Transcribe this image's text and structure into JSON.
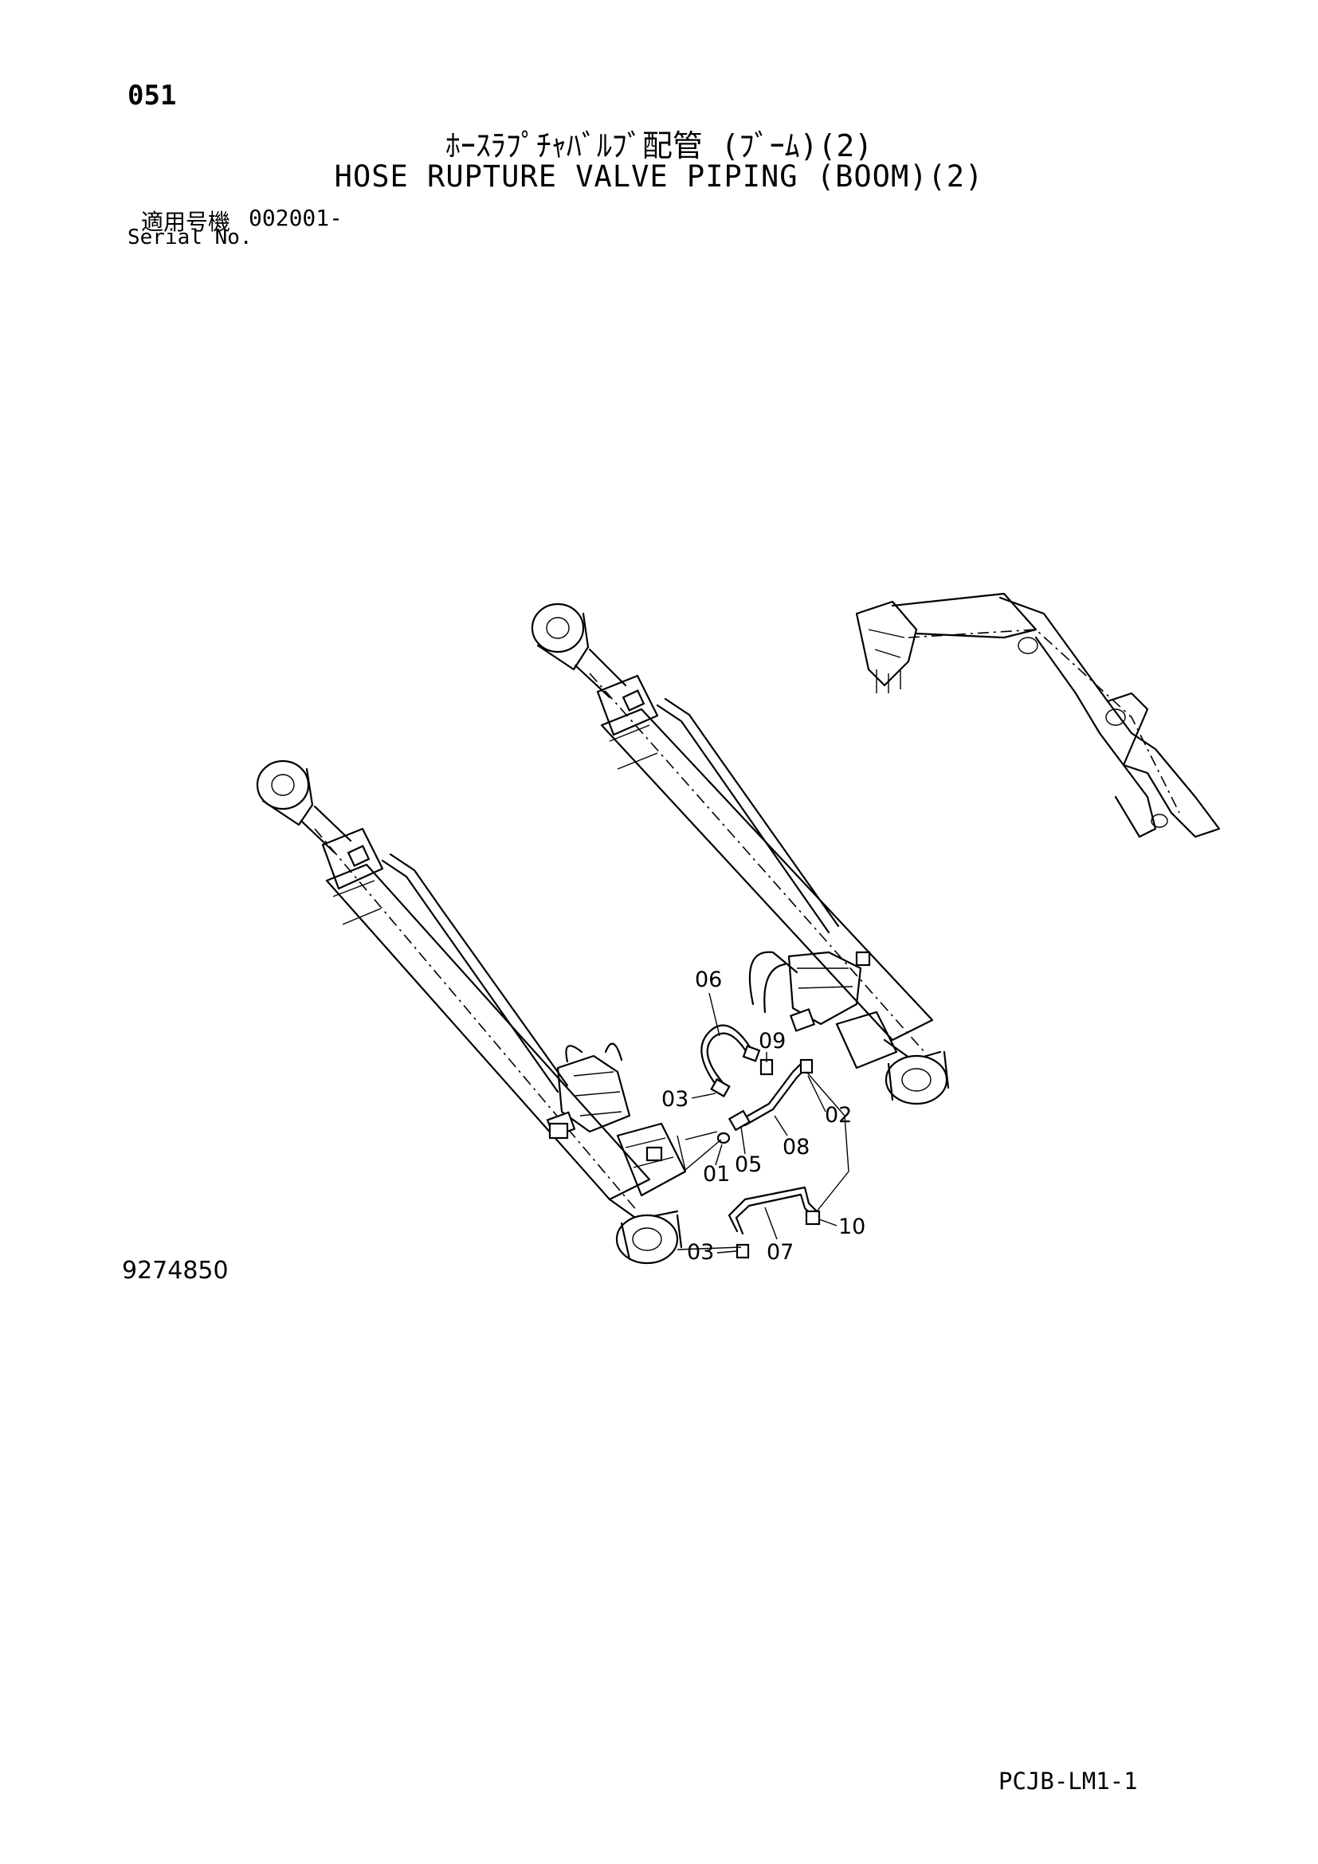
{
  "page_number": "051",
  "title_jp": "ﾎｰｽﾗﾌﾟﾁｬﾊﾞﾙﾌﾞ配管 (ﾌﾞｰﾑ)(2)",
  "title_en": "HOSE RUPTURE VALVE PIPING (BOOM)(2)",
  "serial_label_jp": "適用号機",
  "serial_value": "002001-",
  "serial_label_en": "Serial No.",
  "figure_number": "9274850",
  "document_code": "PCJB-LM1-1",
  "callouts": {
    "c06": "06",
    "c09": "09",
    "c03a": "03",
    "c02": "02",
    "c01": "01",
    "c05": "05",
    "c08": "08",
    "c10": "10",
    "c03b": "03",
    "c07": "07"
  }
}
